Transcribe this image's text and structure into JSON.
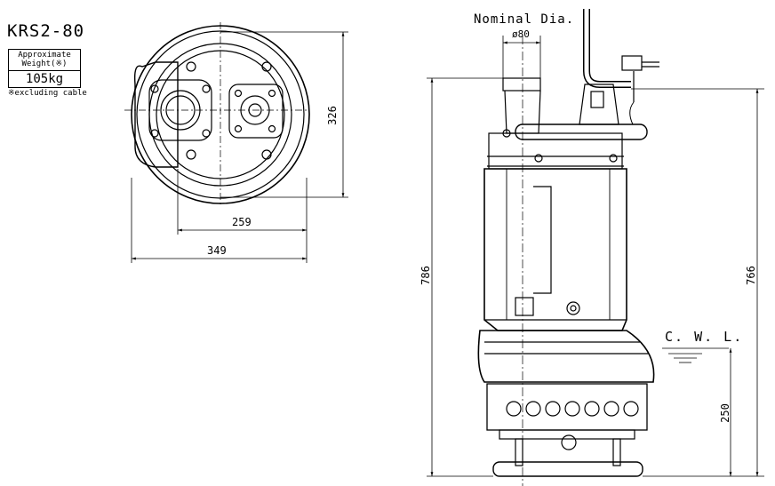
{
  "header": {
    "model": "KRS2-80",
    "weight_label_line1": "Approximate",
    "weight_label_line2": "Weight(※)",
    "weight_value": "105kg",
    "footnote": "※excluding cable"
  },
  "top_view": {
    "dim_width_inner": "259",
    "dim_width_outer": "349",
    "dim_height": "326"
  },
  "side_view": {
    "nominal_label": "Nominal Dia.",
    "nominal_value": "ø80",
    "dim_total_height": "786",
    "dim_body_height": "766",
    "cwl_label": "C. W. L.",
    "dim_cwl_height": "250"
  }
}
